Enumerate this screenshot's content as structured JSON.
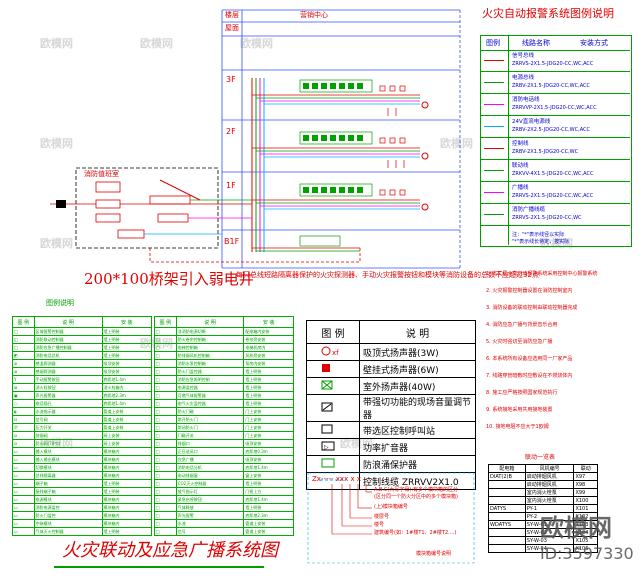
{
  "titles": {
    "main_right": "火灾自动报警系统图例说明",
    "main_bottom": "火灾联动及应急广播系统图",
    "cable_tray": "200*100桥架引入弱电井",
    "legend_small_left": "图例说明",
    "linkage_small": "联动一览表"
  },
  "floors": {
    "header": "楼层",
    "roof": "屋面",
    "f3": "3F",
    "f2": "2F",
    "f1": "1F",
    "b1": "B1F",
    "center_label": "营销中心"
  },
  "fire_room": {
    "title": "消防值班室"
  },
  "note_red": "每只总线短路隔离器保护的火灾探测器、手动火灾报警按钮和模块等消防设备的总数不应超过32点",
  "legend_right": {
    "headers": [
      "图例",
      "线路名称",
      "安装方式"
    ],
    "rows": [
      {
        "name": "信号总线",
        "spec": "ZRRVS-2X1.5-JDG20-CC,WC,ACC"
      },
      {
        "name": "电源总线",
        "spec": "ZRBV-2X1.5-JDG20-CC,WC,ACC"
      },
      {
        "name": "消防电话线",
        "spec": "ZRRVVP-2X1.5-JDG20-CC,WC,ACC"
      },
      {
        "name": "24V直流电源线",
        "spec": "ZRBV-2X2.5-JDG20-CC,WC,ACC"
      },
      {
        "name": "控制线",
        "spec": "ZRBV-2X1.5-JDG20-CC,WC"
      },
      {
        "name": "联动线",
        "spec": "ZRKVV-4X1.5-JDG20-CC,WC,ACC"
      },
      {
        "name": "广播线",
        "spec": "ZRRVS-2X1.5-JDG20-CC,WC,ACC"
      },
      {
        "name": "消防广播线缆",
        "spec": "ZRRVS-2X1.5-JDG20-CC,WC"
      }
    ],
    "note1": "注：\"*\"表示线径以实际",
    "note2": "\"*\"表示线长待定，按实际"
  },
  "legend3": {
    "headers": [
      "图 例",
      "说      明"
    ],
    "rows": [
      {
        "sym": "xf",
        "desc": "吸顶式扬声器(3W)"
      },
      {
        "sym": "wall",
        "desc": "壁挂式扬声器(6W)"
      },
      {
        "sym": "outdoor",
        "desc": "室外扬声器(40W)"
      },
      {
        "sym": "volume",
        "desc": "带强切功能的现场音量调节器"
      },
      {
        "sym": "call",
        "desc": "带选区控制呼叫站"
      },
      {
        "sym": "amp",
        "desc": "功率扩音器"
      },
      {
        "sym": "surge",
        "desc": "防浪涌保护器"
      },
      {
        "sym": "line",
        "desc": "控制线缆 ZRRVV2X1.0"
      }
    ]
  },
  "legend_code": {
    "code": "Zx-----  xxx  x x",
    "lines": [
      "A.B.C(大写字母):有多个模块箱的区分",
      "(区分同一个防火分区中的多个模块箱)",
      "(上)模块箱编号",
      "楼层号",
      "楼号",
      "建筑编号(如：1#楼T1、2#楼T2....)"
    ],
    "footer": "模块箱编号说明"
  },
  "green_left": {
    "headers": [
      "图 例",
      "说      明",
      "安 装"
    ],
    "rows": [
      [
        "□",
        "区域报警控制器",
        "墙上明装"
      ],
      [
        "◫",
        "消防联动控制器",
        "墙上明装"
      ],
      [
        "□",
        "消防应急广播控制器",
        "墙上明装"
      ],
      [
        "◩",
        "消防电话总机",
        "墙上明装"
      ],
      [
        "⊕",
        "感温探测器",
        "吸顶安装"
      ],
      [
        "⊗",
        "感烟探测器",
        "吸顶安装"
      ],
      [
        "Y",
        "手动报警按钮",
        "底距地1.4m"
      ],
      [
        "⊞",
        "消火栓按钮",
        "消火栓箱内"
      ],
      [
        "▣",
        "声光报警器",
        "底距地2.3m"
      ],
      [
        "○",
        "电话插孔",
        "底距地1.4m"
      ],
      [
        "◐",
        "水流指示器",
        "管道上安装"
      ],
      [
        "⊡",
        "信号阀",
        "管道上安装"
      ],
      [
        "Ⓟ",
        "压力开关",
        "管道上安装"
      ],
      [
        "⊘",
        "排烟阀",
        "阀上安装"
      ],
      [
        "⊖",
        "防火阀(70℃)",
        "阀上安装"
      ],
      [
        "▭",
        "输入模块",
        "模块箱内"
      ],
      [
        "▭",
        "输入输出模块",
        "模块箱内"
      ],
      [
        "▭",
        "切换模块",
        "模块箱内"
      ],
      [
        "▭",
        "总线隔离器",
        "模块箱内"
      ],
      [
        "▭",
        "端子箱",
        "墙上明装"
      ],
      [
        "▭",
        "接线端子箱",
        "墙上明装"
      ],
      [
        "▭",
        "电源模块",
        "模块箱内"
      ],
      [
        "▭",
        "消防电源监控",
        "模块箱内"
      ],
      [
        "▭",
        "防火门监控",
        "模块箱内"
      ],
      [
        "▭",
        "中继模块",
        "模块箱内"
      ],
      [
        "▭",
        "气体灭火控制器",
        "墙上明装"
      ]
    ]
  },
  "green_right": {
    "rows": [
      [
        "□",
        "非消防电源切断",
        "配电箱内安装"
      ],
      [
        "□",
        "防火卷帘控制箱",
        "卷帘旁安装"
      ],
      [
        "□",
        "电梯控制箱",
        "电梯机房内"
      ],
      [
        "□",
        "防排烟风机控制箱",
        "风机旁安装"
      ],
      [
        "□",
        "消防水泵控制箱",
        "泵房内安装"
      ],
      [
        "□",
        "防火门监控器",
        "墙上明装"
      ],
      [
        "□",
        "消防应急照明控制",
        "墙上明装"
      ],
      [
        "□",
        "电源监控器",
        "墙上明装"
      ],
      [
        "□",
        "可燃气体报警器",
        "墙上明装"
      ],
      [
        "□",
        "电气火灾监控器",
        "墙上明装"
      ],
      [
        "□",
        "防火门磁",
        "门上安装"
      ],
      [
        "□",
        "常开防火门",
        "门上安装"
      ],
      [
        "□",
        "常闭防火门",
        "门上安装"
      ],
      [
        "□",
        "门磁开关",
        "门上安装"
      ],
      [
        "□",
        "排烟口",
        "吸顶安装"
      ],
      [
        "□",
        "正压送风口",
        "底距地0.3m"
      ],
      [
        "□",
        "应急广播",
        "吸顶安装"
      ],
      [
        "□",
        "消防电话分机",
        "底距地1.4m"
      ],
      [
        "□",
        "电动排烟窗",
        "窗上安装"
      ],
      [
        "□",
        "CO2灭火控制器",
        "墙上明装"
      ],
      [
        "□",
        "放气指示灯",
        "门框上方"
      ],
      [
        "□",
        "紧急启停按钮",
        "底距地1.4m"
      ],
      [
        "□",
        "气体释放",
        "墙上明装"
      ],
      [
        "□",
        "声光报警",
        "底距地2.3m"
      ],
      [
        "□",
        "水流",
        "管道上安装"
      ],
      [
        "□",
        "信号",
        "管道上安装"
      ]
    ]
  },
  "notes_right": [
    "1. 本工程火灾自动报警系统采用控制中心报警系统",
    "2. 火灾报警控制器设置在消防控制室内",
    "3. 消防设备的联动控制由联动控制器完成",
    "4. 消防应急广播与背景音乐合用",
    "5. 火灾时强切至消防应急广播",
    "6. 本系统所有设备应选用同一厂家产品",
    "7. 线路穿管暗敷时应敷设在不燃烧体内",
    "8. 施工应严格按照国家规范执行",
    "9. 系统接地采用共用接地装置",
    "10. 接地电阻不应大于1欧姆"
  ],
  "linkage": {
    "headers": [
      "配电箱",
      "风机编号",
      "联动"
    ],
    "rows": [
      [
        "DIAT(2)B",
        "启动排烟风机",
        "X97"
      ],
      [
        "",
        "启动排烟风机",
        "X98"
      ],
      [
        "",
        "室内消火栓泵",
        "X99"
      ],
      [
        "",
        "室内消火栓泵",
        "X100"
      ],
      [
        "DATYS",
        "PY-1",
        "X101"
      ],
      [
        "",
        "PY-2",
        "X102"
      ],
      [
        "WDATYS",
        "SY-W-01",
        "X103"
      ],
      [
        "",
        "SY-W-02",
        "X104"
      ],
      [
        "",
        "SY-W-03",
        "X105"
      ],
      [
        "",
        "SY-W-04",
        "X106"
      ]
    ]
  },
  "watermark": {
    "brand": "欧模网",
    "id": "ID:3597330",
    "tile": "欧模网"
  }
}
